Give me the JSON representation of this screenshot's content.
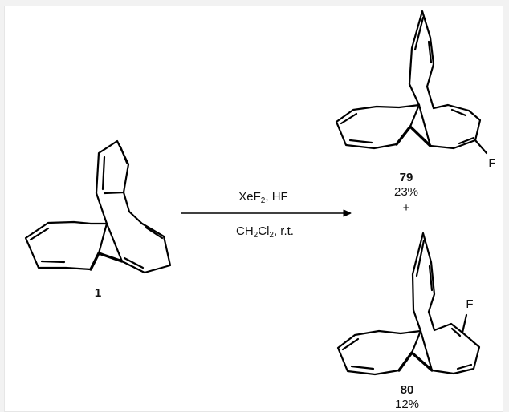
{
  "reaction": {
    "reagent_top": {
      "pre": "XeF",
      "sub": "2",
      "post": ", HF"
    },
    "reagent_bottom": {
      "pre": "CH",
      "sub1": "2",
      "mid": "Cl",
      "sub2": "2",
      "post": ", r.t."
    }
  },
  "starting_material": {
    "label": "1"
  },
  "product_79": {
    "label": "79",
    "yield": "23%",
    "substituent": "F"
  },
  "plus_sign": "+",
  "product_80": {
    "label": "80",
    "yield": "12%",
    "substituent": "F"
  },
  "colors": {
    "ink": "#000000",
    "frame": "#e6e6e6",
    "background": "#f2f2f2"
  }
}
